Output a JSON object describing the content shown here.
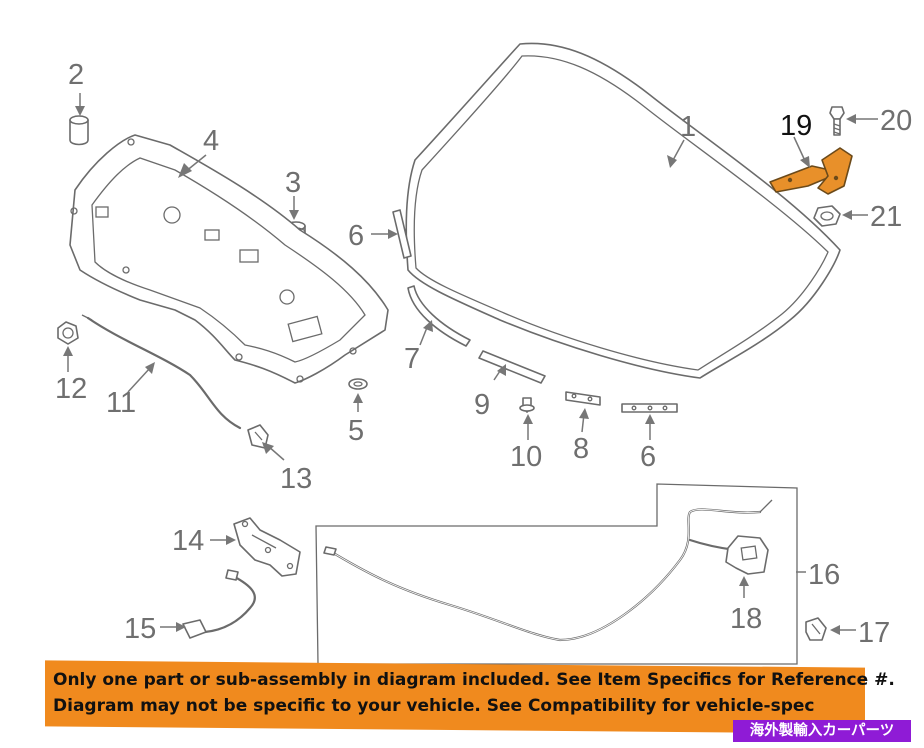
{
  "callouts": {
    "c1": "1",
    "c2": "2",
    "c3": "3",
    "c4": "4",
    "c5": "5",
    "c6a": "6",
    "c6b": "6",
    "c7": "7",
    "c8": "8",
    "c9": "9",
    "c10": "10",
    "c11": "11",
    "c12": "12",
    "c13": "13",
    "c14": "14",
    "c15": "15",
    "c16": "16",
    "c17": "17",
    "c18": "18",
    "c19": "19",
    "c20": "20",
    "c21": "21"
  },
  "highlight_color": "#e8902a",
  "banner": {
    "line1": "Only one part or sub-assembly in diagram included. See Item Specifics for Reference #.",
    "line2": "Diagram may not be specific to your vehicle. See Compatibility for vehicle-spec",
    "color": "#f08a1e"
  },
  "badge": {
    "text": "海外製輸入カーパーツ",
    "color": "#8f1bd6"
  }
}
